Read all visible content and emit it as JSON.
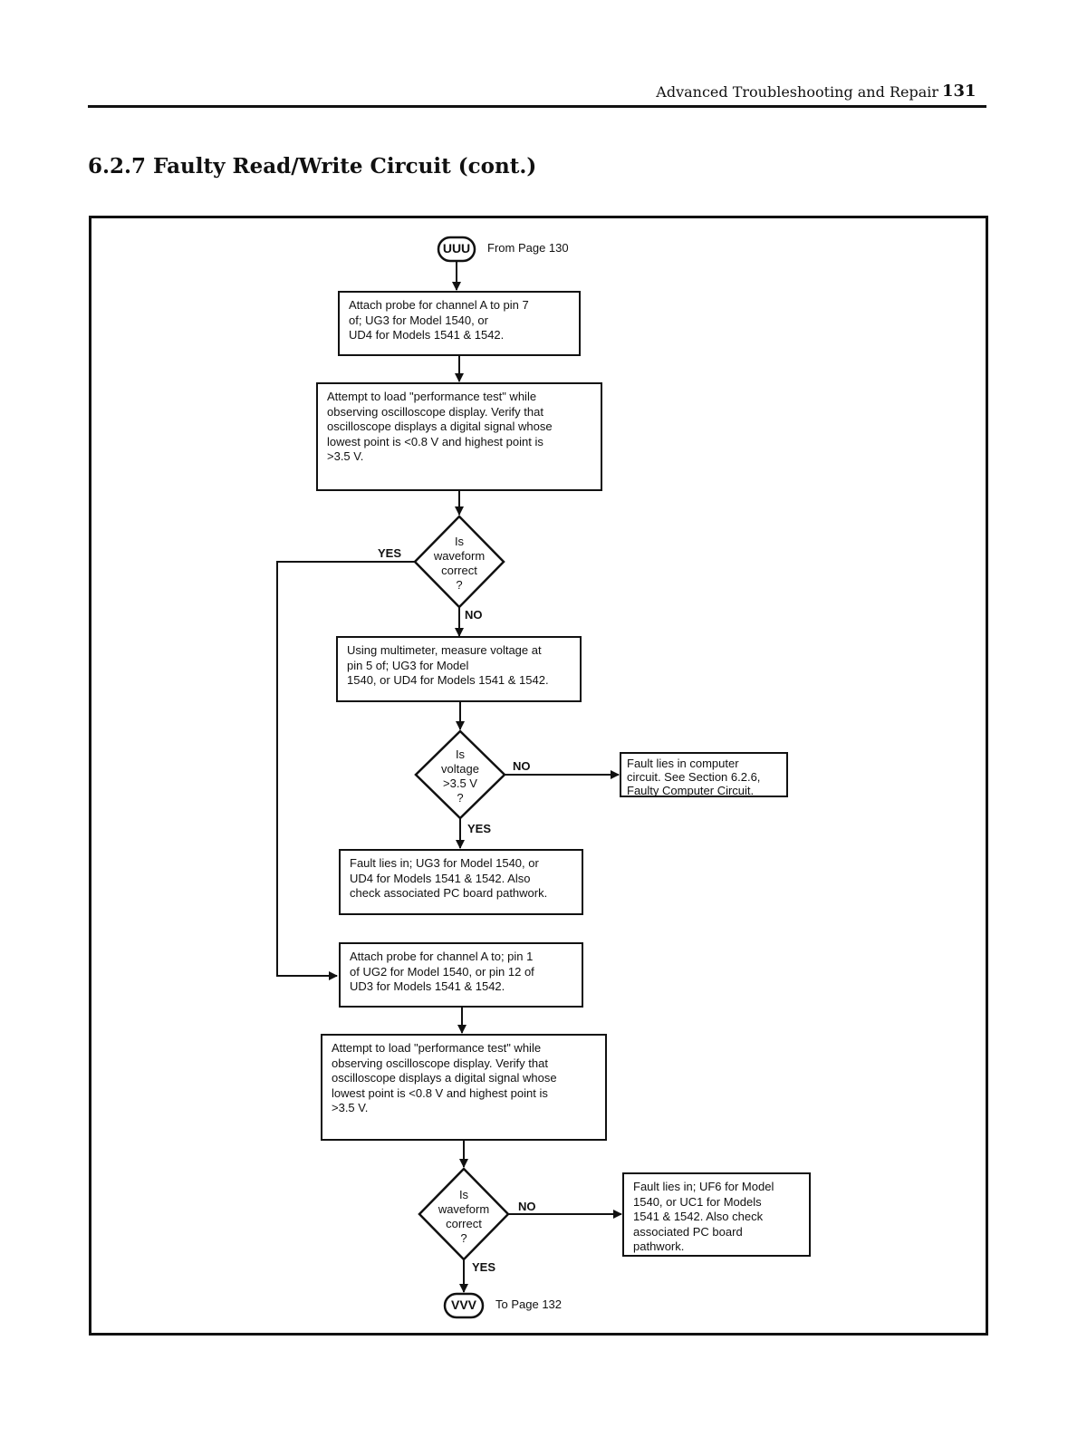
{
  "header": {
    "running_title": "Advanced Troubleshooting and Repair",
    "page_number": "131"
  },
  "section_title": "6.2.7   Faulty Read/Write Circuit (cont.)",
  "flowchart": {
    "start_connector": {
      "label": "UUU",
      "note": "From Page 130"
    },
    "end_connector": {
      "label": "VVV",
      "note": "To Page 132"
    },
    "steps": {
      "attach_probe_pin7": "Attach probe for channel A to pin 7\nof; UG3 for Model 1540, or\nUD4 for Models 1541 & 1542.",
      "load_test_1": "Attempt to load \"performance test\" while\nobserving oscilloscope display.  Verify that\noscilloscope displays a digital signal whose\nlowest point is <0.8 V and highest  point is\n>3.5 V.",
      "measure_pin5": "Using multimeter, measure voltage at\npin 5 of; UG3 for Model\n1540, or UD4 for Models 1541 & 1542.",
      "fault_computer": "Fault lies in computer\ncircuit.  See Section 6.2.6,\nFaulty Computer Circuit.",
      "fault_ug3_ud4": "Fault lies in; UG3 for Model 1540, or\nUD4 for Models 1541 & 1542.  Also\ncheck associated PC board pathwork.",
      "attach_probe_pin1": "Attach probe for channel A to; pin 1\nof UG2 for Model 1540, or pin 12 of\nUD3 for Models 1541 & 1542.",
      "load_test_2": "Attempt to load \"performance test\" while\nobserving oscilloscope display.  Verify that\noscilloscope displays a digital signal whose\nlowest point is <0.8 V and highest point is\n>3.5 V.",
      "fault_uf6_uc1": "Fault lies in; UF6 for Model\n1540, or UC1 for Models\n1541 & 1542.  Also check\nassociated PC board\npathwork."
    },
    "decisions": {
      "waveform_1": "Is\nwaveform\ncorrect\n?",
      "voltage": "Is\nvoltage\n>3.5 V\n?",
      "waveform_2": "Is\nwaveform\ncorrect\n?"
    },
    "labels": {
      "yes": "YES",
      "no": "NO"
    }
  }
}
